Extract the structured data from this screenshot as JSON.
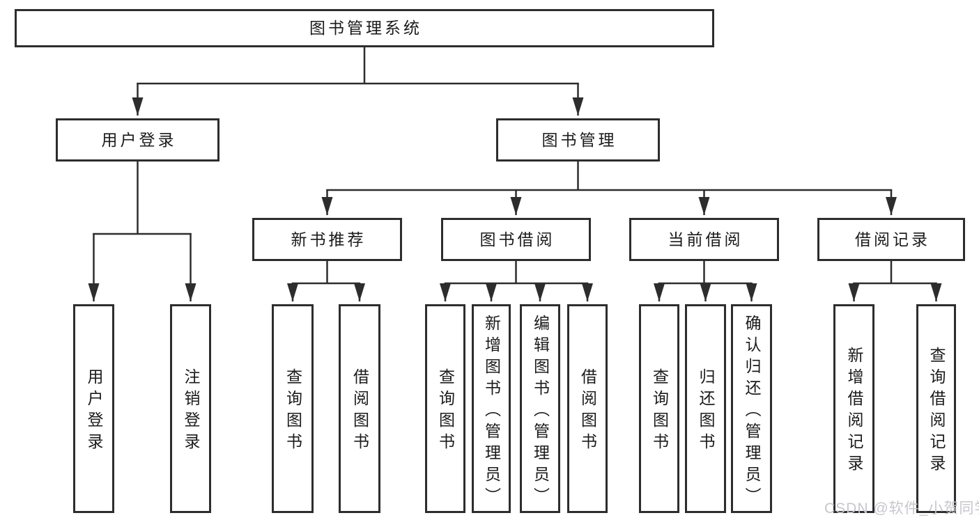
{
  "tree": {
    "root": "图书管理系统",
    "user": {
      "label": "用户登录",
      "children": [
        "用户登录",
        "注销登录"
      ]
    },
    "mgmt": {
      "label": "图书管理",
      "rec": {
        "label": "新书推荐",
        "children": [
          "查询图书",
          "借阅图书"
        ]
      },
      "borrow": {
        "label": "图书借阅",
        "children": [
          "查询图书",
          "新增图书（管理员）",
          "编辑图书（管理员）",
          "借阅图书"
        ]
      },
      "current": {
        "label": "当前借阅",
        "children": [
          "查询图书",
          "归还图书",
          "确认归还（管理员）"
        ]
      },
      "records": {
        "label": "借阅记录",
        "children": [
          "新增借阅记录",
          "查询借阅记录"
        ]
      }
    }
  },
  "watermark": {
    "text": "CSDN @软件_小贺同学"
  },
  "colors": {
    "line": "#2d2d2d",
    "text": "#1b1b1b",
    "box_fill": "#ffffff",
    "watermark": "#c6c6ce"
  }
}
